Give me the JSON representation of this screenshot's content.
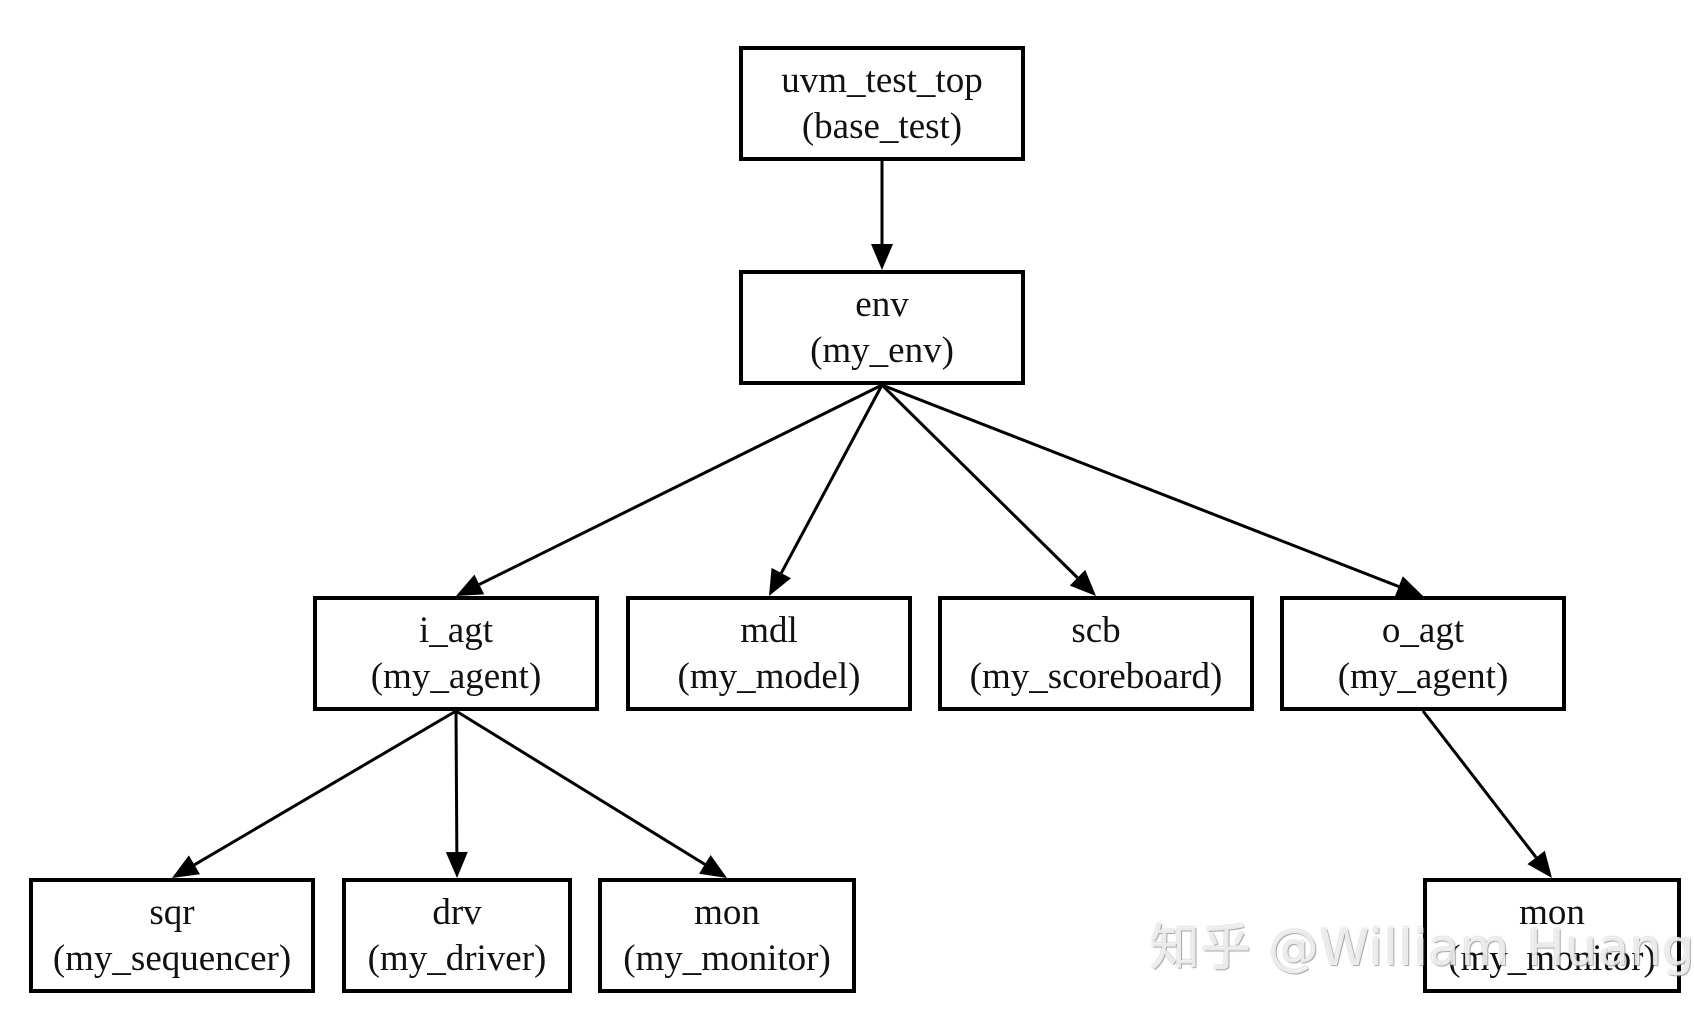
{
  "nodes": {
    "uvm_test_top": {
      "name": "uvm_test_top",
      "type": "(base_test)"
    },
    "env": {
      "name": "env",
      "type": "(my_env)"
    },
    "i_agt": {
      "name": "i_agt",
      "type": "(my_agent)"
    },
    "mdl": {
      "name": "mdl",
      "type": "(my_model)"
    },
    "scb": {
      "name": "scb",
      "type": "(my_scoreboard)"
    },
    "o_agt": {
      "name": "o_agt",
      "type": "(my_agent)"
    },
    "sqr": {
      "name": "sqr",
      "type": "(my_sequencer)"
    },
    "drv": {
      "name": "drv",
      "type": "(my_driver)"
    },
    "i_mon": {
      "name": "mon",
      "type": "(my_monitor)"
    },
    "o_mon": {
      "name": "mon",
      "type": "(my_monitor)"
    }
  },
  "edges": [
    {
      "from": "uvm_test_top",
      "to": "env"
    },
    {
      "from": "env",
      "to": "i_agt"
    },
    {
      "from": "env",
      "to": "mdl"
    },
    {
      "from": "env",
      "to": "scb"
    },
    {
      "from": "env",
      "to": "o_agt"
    },
    {
      "from": "i_agt",
      "to": "sqr"
    },
    {
      "from": "i_agt",
      "to": "drv"
    },
    {
      "from": "i_agt",
      "to": "i_mon"
    },
    {
      "from": "o_agt",
      "to": "o_mon"
    }
  ],
  "watermark": "知乎 @William Huang"
}
